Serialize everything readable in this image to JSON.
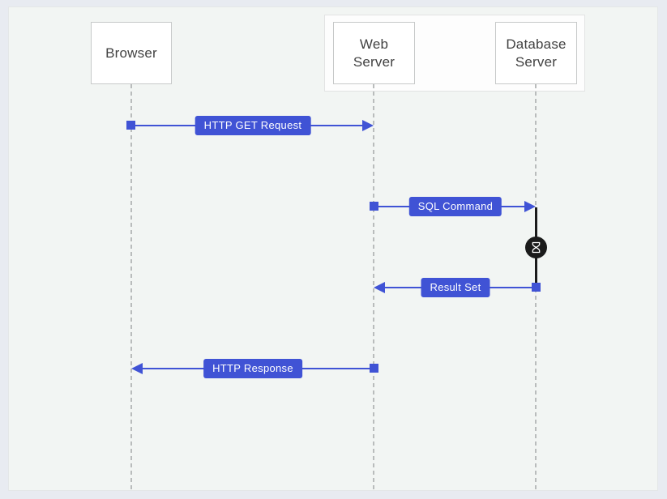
{
  "diagram_type": "sequence-diagram",
  "actors": [
    {
      "name": "Browser"
    },
    {
      "name": "Web Server"
    },
    {
      "name": "Database Server"
    }
  ],
  "group": {
    "contains": [
      "Web Server",
      "Database Server"
    ]
  },
  "messages": [
    {
      "label": "HTTP GET Request",
      "from": "Browser",
      "to": "Web Server",
      "direction": "right"
    },
    {
      "label": "SQL Command",
      "from": "Web Server",
      "to": "Database Server",
      "direction": "right"
    },
    {
      "label": "Result Set",
      "from": "Database Server",
      "to": "Web Server",
      "direction": "left"
    },
    {
      "label": "HTTP Response",
      "from": "Web Server",
      "to": "Browser",
      "direction": "left"
    }
  ],
  "activation": {
    "actor": "Database Server",
    "icon": "hourglass-icon",
    "spans_between": [
      "SQL Command",
      "Result Set"
    ]
  },
  "colors": {
    "message_accent": "#4053d5",
    "activation_black": "#1b1b1b",
    "panel_bg": "#f2f5f3",
    "outer_bg": "#e8ebf1",
    "lifeline_gray": "#b9bcbc",
    "actor_border": "#c7c9c9",
    "actor_text": "#414141"
  }
}
